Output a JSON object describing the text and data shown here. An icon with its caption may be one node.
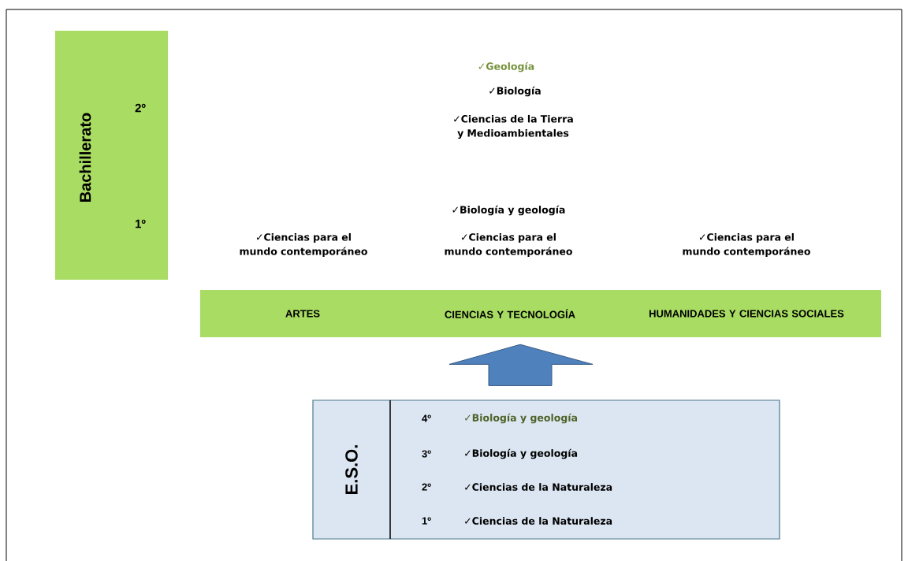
{
  "diagram": {
    "nodes": [
      {
        "text": [
          "Bachillerato",
          "2º",
          "1º"
        ]
      },
      {
        "text": [
          "ARTES",
          "CIENCIAS Y TECNOLOGÍA",
          "HUMANIDADES Y CIENCIAS SOCIALES"
        ]
      },
      {
        "text": [
          "E.S.O.",
          "4º",
          "✓Biología y geología",
          "3º",
          "✓Biología y geología",
          "2º",
          "✓Ciencias de la Naturaleza",
          "1º",
          "✓Ciencias de la Naturaleza"
        ]
      }
    ],
    "edges": [
      {
        "from": 2,
        "to": 1,
        "arrow": "to",
        "color": "#4f81bd"
      }
    ],
    "labels": [
      "✓Geología",
      "✓Biología",
      "✓Ciencias de la Tierra y Medioambientales",
      "✓Biología y geología",
      "✓Ciencias para el mundo contemporáneo",
      "✓Ciencias para el mundo contemporáneo",
      "✓Ciencias para el mundo contemporáneo"
    ]
  }
}
